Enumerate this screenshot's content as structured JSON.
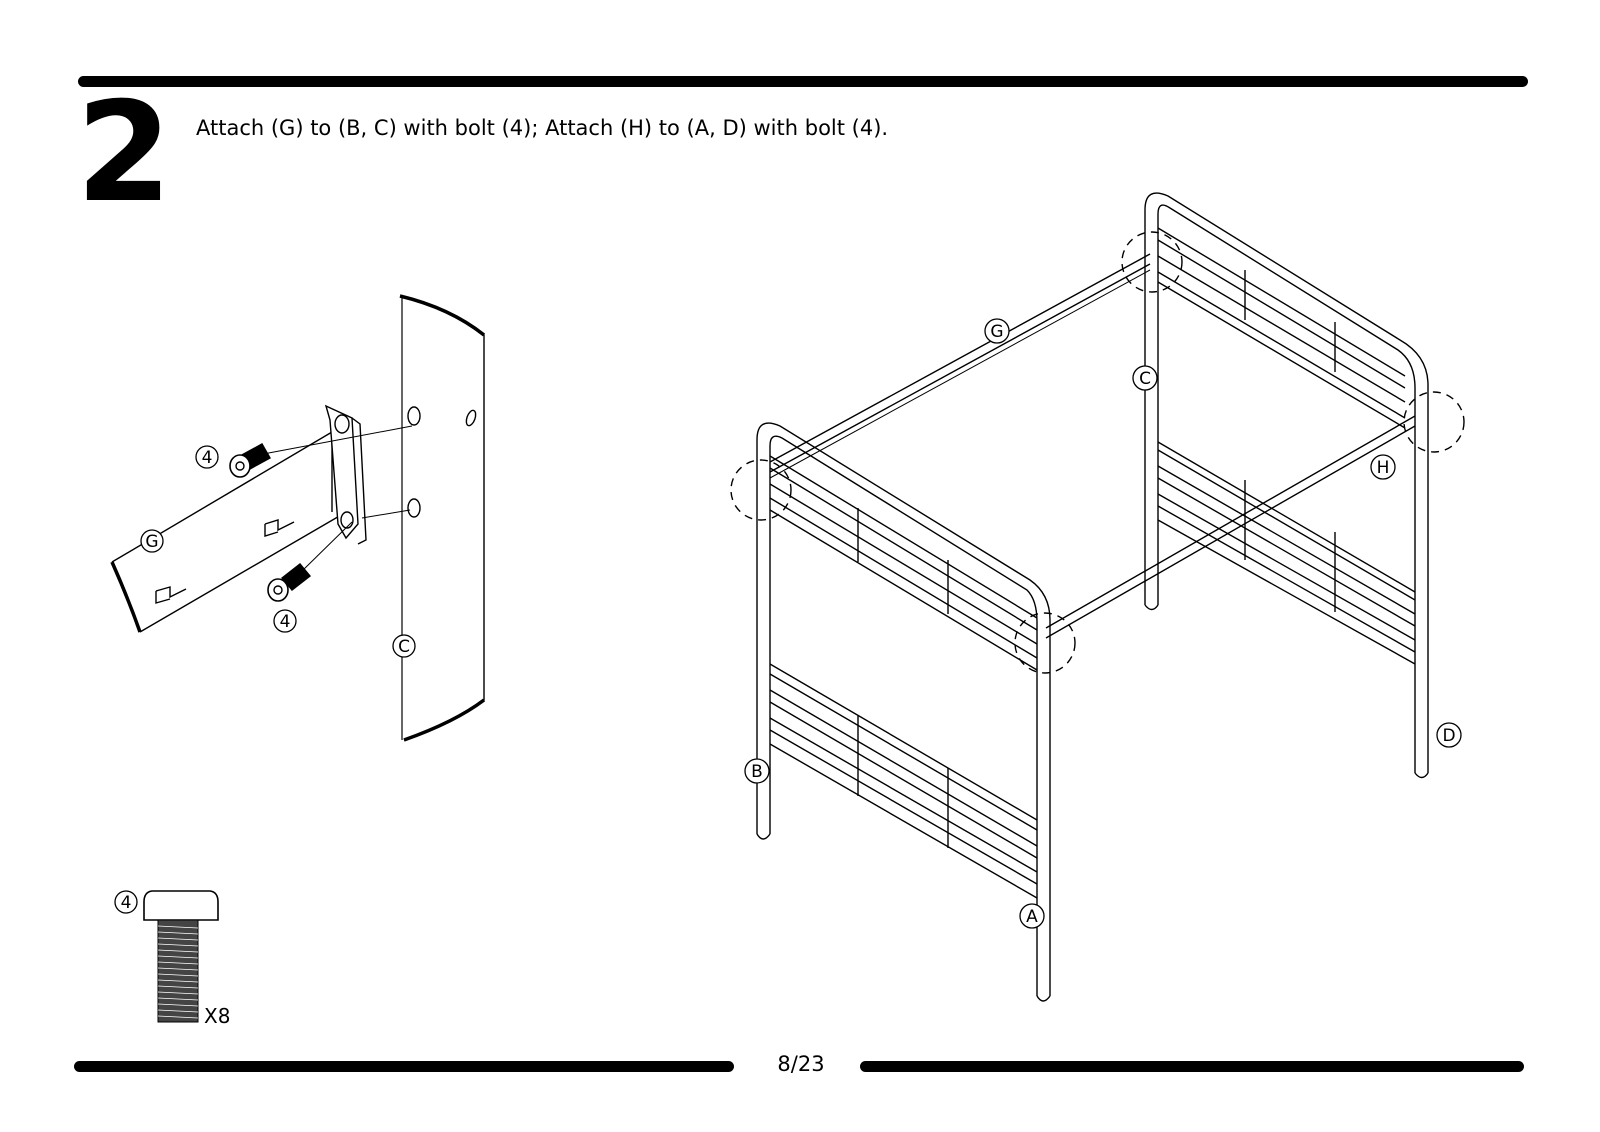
{
  "step": {
    "number": "2",
    "instruction": "Attach (G) to (B, C) with bolt (4); Attach (H) to (A, D) with bolt (4)."
  },
  "detail_view": {
    "labels": {
      "bolt_upper": "4",
      "bolt_lower": "4",
      "rail": "G",
      "post": "C"
    }
  },
  "hardware": {
    "part_label": "4",
    "quantity": "X8"
  },
  "main_view": {
    "labels": {
      "g": "G",
      "c": "C",
      "h": "H",
      "b": "B",
      "d": "D",
      "a": "A"
    }
  },
  "footer": {
    "page_number": "8/23"
  }
}
